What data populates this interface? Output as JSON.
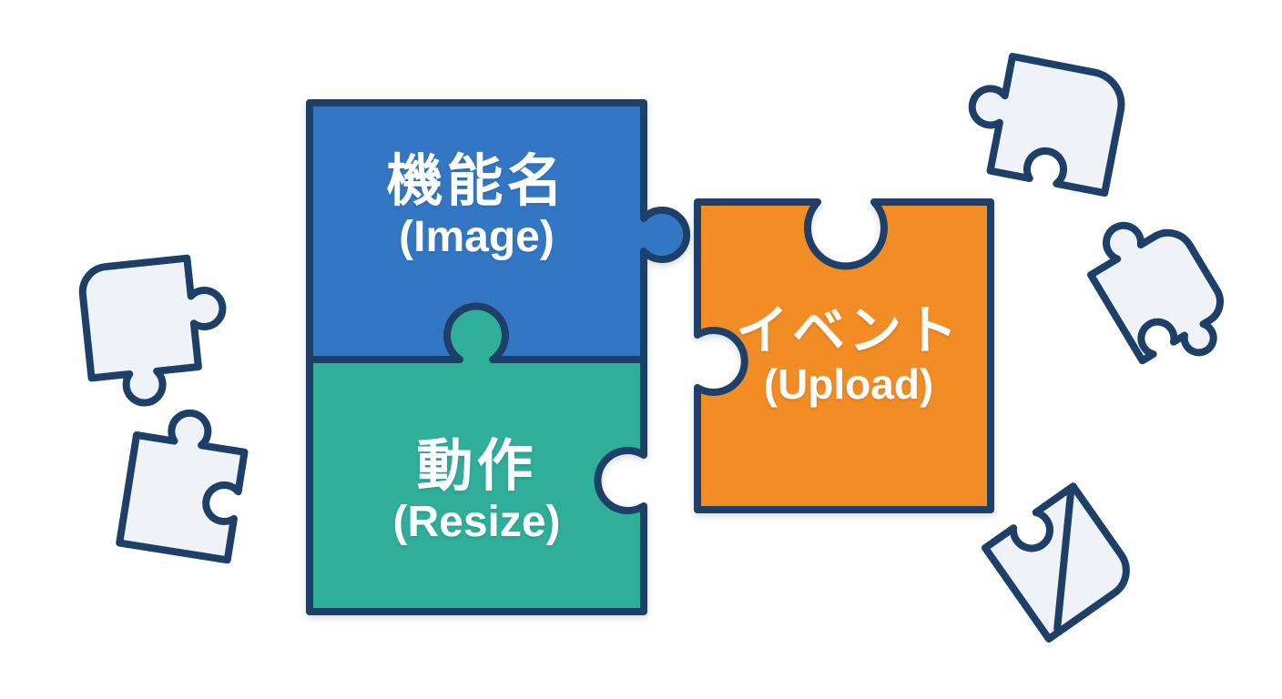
{
  "diagram": {
    "description": "Three interlocking puzzle pieces illustrating a function naming concept, with scattered blank puzzle pieces around them",
    "colors": {
      "background": "#FFFFFF",
      "outline": "#1E4068",
      "text": "#FFFFFF",
      "decorative_fill": "#EFF3F8"
    },
    "pieces": [
      {
        "id": "function-name",
        "label_jp": "機能名",
        "label_en": "(Image)",
        "color": "#3377C4"
      },
      {
        "id": "action",
        "label_jp": "動作",
        "label_en": "(Resize)",
        "color": "#2FAE99"
      },
      {
        "id": "event",
        "label_jp": "イベント",
        "label_en": "(Upload)",
        "color": "#F28C25"
      }
    ],
    "decorative_piece_count": 5
  }
}
